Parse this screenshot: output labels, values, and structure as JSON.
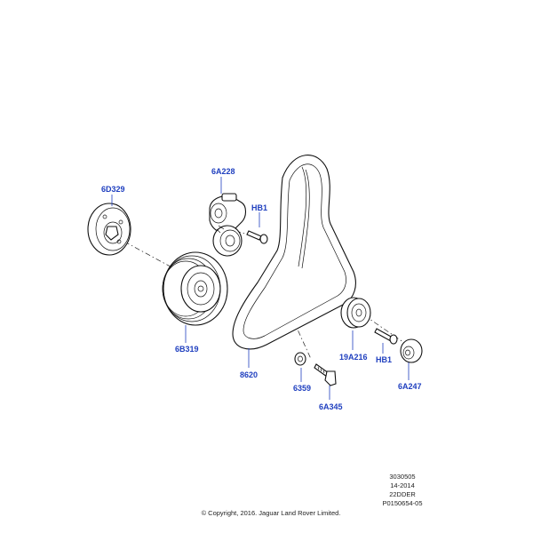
{
  "parts": {
    "tensioner_pulley": "6D329",
    "tensioner_assembly": "6A228",
    "bolt_upper": "HB1",
    "crankshaft_pulley": "6B319",
    "drive_belt": "8620",
    "idler_pulley": "19A216",
    "bolt_lower": "HB1",
    "washer": "6359",
    "bolt": "6A345",
    "idler_cover": "6A247"
  },
  "metadata": {
    "code1": "3030505",
    "date": "14-2014",
    "code2": "22DDER",
    "ref": "P0150654-05",
    "copyright": "© Copyright, 2016. Jaguar Land Rover Limited."
  },
  "colors": {
    "label": "#1f3fbf",
    "line": "#111111"
  }
}
